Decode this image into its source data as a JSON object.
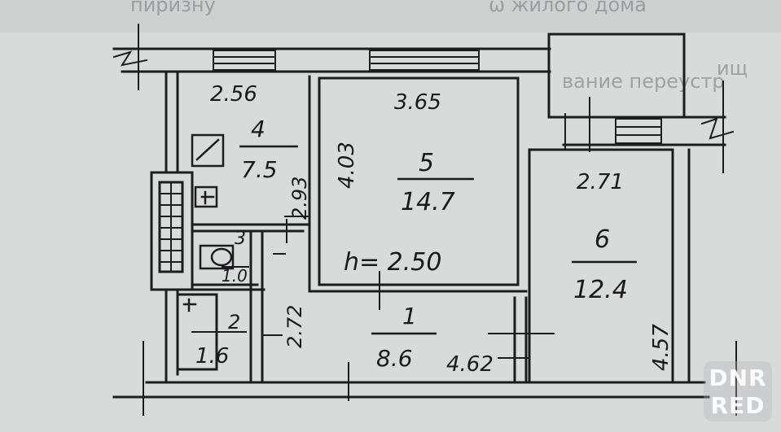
{
  "background_text": {
    "top_left": "пиризну",
    "top_mid": "ω жилого дома",
    "side_right": "вание переустр",
    "side_right2": "ищ"
  },
  "rooms": [
    {
      "id": "4",
      "num": "4",
      "area": "7.5",
      "dims": [
        "2.56",
        "2.93"
      ]
    },
    {
      "id": "5",
      "num": "5",
      "area": "14.7",
      "dims": [
        "3.65",
        "4.03"
      ]
    },
    {
      "id": "6",
      "num": "6",
      "area": "12.4",
      "dims": [
        "2.71",
        "4.57"
      ]
    },
    {
      "id": "1",
      "num": "1",
      "area": "8.6",
      "dims": [
        "2.72",
        "4.62"
      ]
    },
    {
      "id": "2",
      "num": "2",
      "area": "1.6",
      "dims": []
    },
    {
      "id": "3",
      "num": "3",
      "area": "1.0",
      "dims": []
    }
  ],
  "ceiling_height": "h= 2.50",
  "watermark": {
    "line1": "DNR",
    "line2": "RED"
  }
}
